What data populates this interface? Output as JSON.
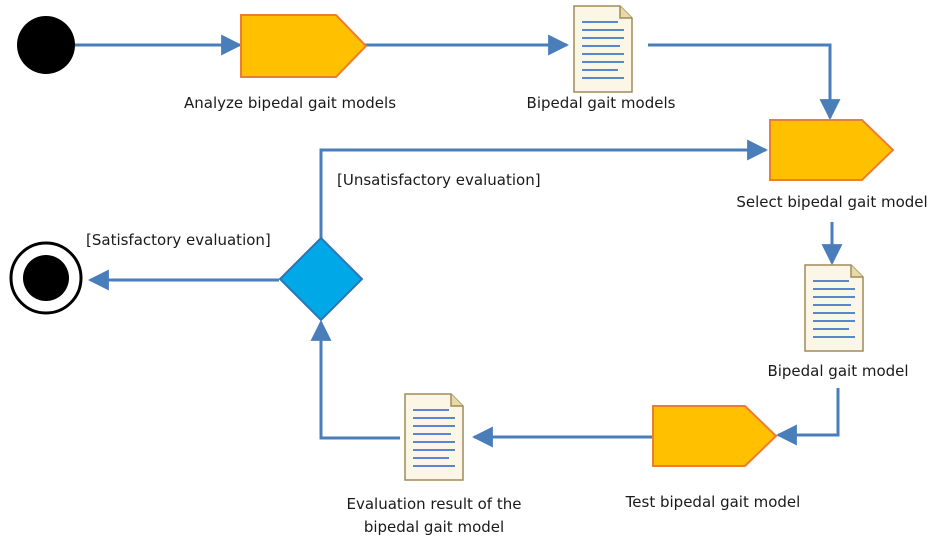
{
  "colors": {
    "connector": "#4A7EBB",
    "activity_fill": "#FFC000",
    "activity_stroke": "#ED7D31",
    "decision_fill": "#00A8E8",
    "decision_stroke": "#2E75B6",
    "node": "#000000",
    "document_line": "#5B86C9",
    "document_stroke": "#A08A5A"
  },
  "labels": {
    "analyze_activity": "Analyze bipedal gait models",
    "gait_models_doc": "Bipedal gait models",
    "select_activity": "Select bipedal gait model",
    "gait_model_doc": "Bipedal gait model",
    "test_activity": "Test bipedal gait model",
    "evaluation_doc_line1": "Evaluation result of the",
    "evaluation_doc_line2": "bipedal gait model",
    "unsatisfactory_guard": "[Unsatisfactory evaluation]",
    "satisfactory_guard": "[Satisfactory evaluation]"
  },
  "icons": {
    "start": "initial-node-icon",
    "end": "final-node-icon",
    "activity": "pentagon-activity-icon",
    "document": "document-icon",
    "decision": "diamond-decision-icon"
  }
}
